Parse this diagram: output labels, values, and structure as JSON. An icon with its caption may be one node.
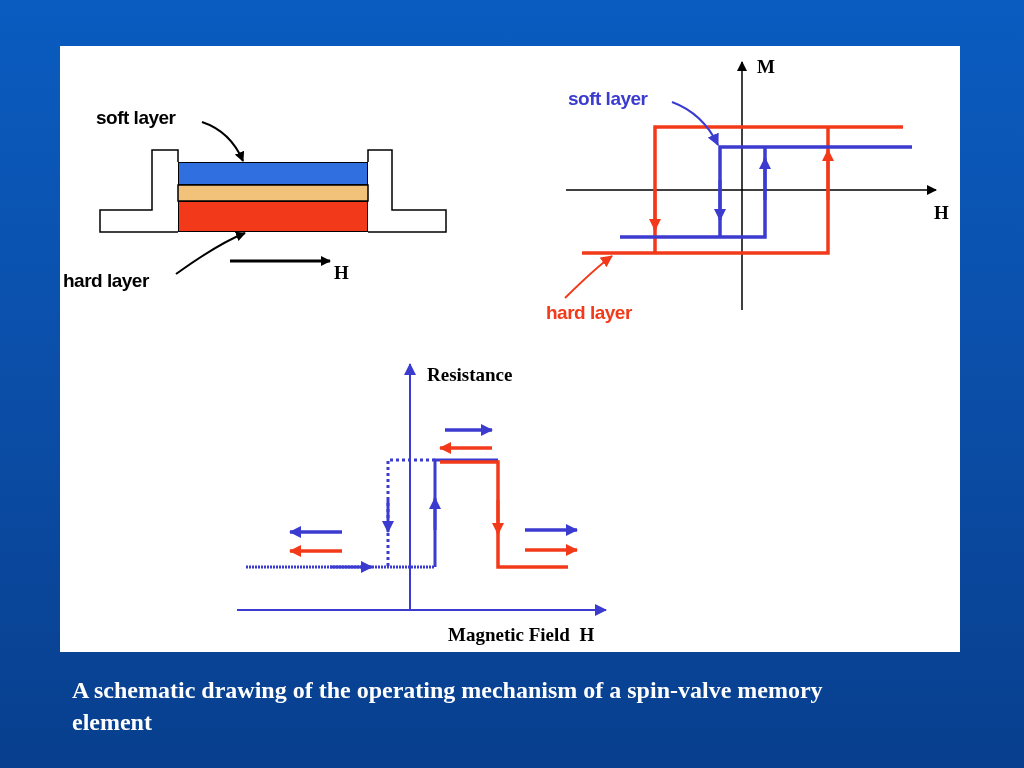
{
  "diagram": {
    "caption": "A schematic drawing of the operating mechanism of a spin-valve memory element",
    "nodes": [
      {
        "text": [
          "soft layer"
        ]
      },
      {
        "text": [],
        "shape": "bar"
      },
      {
        "text": [
          "hard layer"
        ]
      },
      {
        "text": [],
        "shape": "bar"
      },
      {
        "text": [
          "soft layer"
        ]
      },
      {
        "text": [
          "hard layer"
        ]
      }
    ],
    "edges": [
      {
        "from": 0,
        "to": 1,
        "arrow": "to"
      },
      {
        "from": 2,
        "to": 3,
        "arrow": "to"
      },
      {
        "from": 4,
        "to": null,
        "arrow": "to",
        "color": "#3b3bd0"
      },
      {
        "from": 5,
        "to": null,
        "arrow": "to",
        "color": "#f23a1a"
      }
    ],
    "labels": [
      "H",
      "M",
      "H",
      "Resistance",
      "Magnetic Field  H"
    ]
  }
}
